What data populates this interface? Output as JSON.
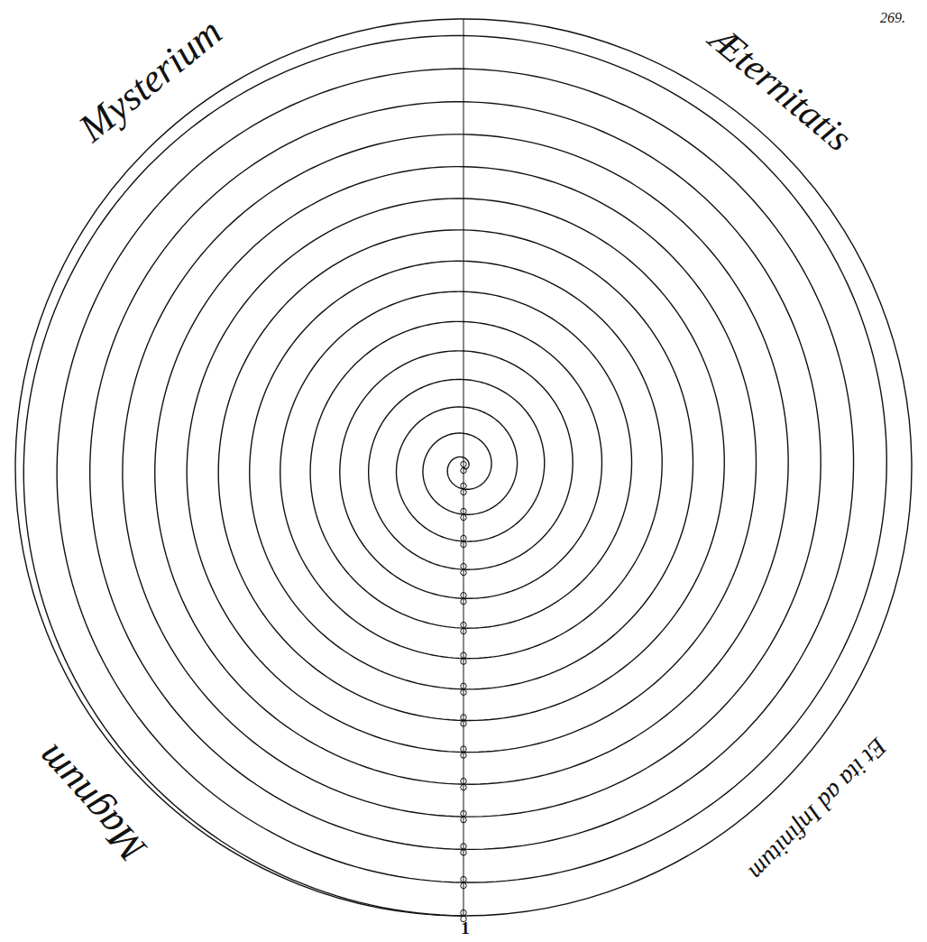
{
  "diagram": {
    "labels": [
      "Mysterium",
      "Æternitatis",
      "269.",
      "Magnum",
      "Et ita ad Infinitum",
      "1"
    ]
  }
}
